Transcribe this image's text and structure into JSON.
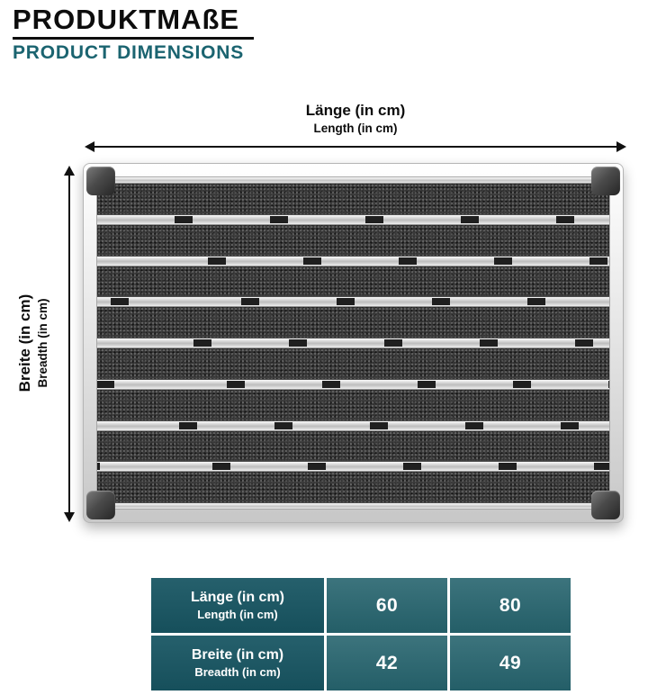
{
  "header": {
    "title_de": "PRODUKTMAßE",
    "title_en": "PRODUCT DIMENSIONS"
  },
  "dimensions": {
    "length": {
      "de": "Länge (in cm)",
      "en": "Length (in cm)"
    },
    "breadth": {
      "de": "Breite (in cm)",
      "en": "Breadth (in cm)"
    }
  },
  "table": {
    "rows": [
      {
        "label_de": "Länge (in cm)",
        "label_en": "Length (in cm)",
        "values": [
          "60",
          "80"
        ]
      },
      {
        "label_de": "Breite (in cm)",
        "label_en": "Breadth (in cm)",
        "values": [
          "42",
          "49"
        ]
      }
    ]
  },
  "colors": {
    "accent_teal": "#1B6470",
    "table_label": "#185663",
    "table_value": "#26646E",
    "arrow": "#111111"
  }
}
